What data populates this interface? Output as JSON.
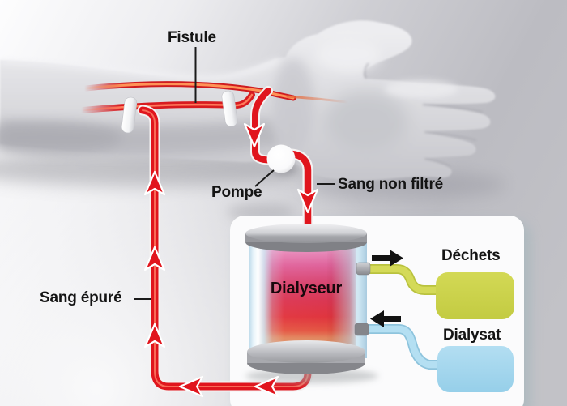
{
  "labels": {
    "fistule": "Fistule",
    "pompe": "Pompe",
    "sang_non_filtre": "Sang non filtré",
    "sang_epure": "Sang épuré",
    "dialyseur": "Dialyseur",
    "dechets": "Déchets",
    "dialysat": "Dialysat"
  },
  "flow_arrows": {
    "red_blood_flow": [
      "down-from-fistula-to-pump",
      "down-from-pump-to-dialyzer",
      "left-along-bottom-tube-1",
      "left-along-bottom-tube-2",
      "up-return-tube-1",
      "up-return-tube-2",
      "up-return-tube-3"
    ],
    "black_dialysate_flow": [
      "right-towards-dechets-box",
      "left-from-dialysat-box"
    ]
  },
  "colors": {
    "blood_red": "#e0151d",
    "artery_core_orange": "#ff9357",
    "waste_yellow": "#cbd24c",
    "dialysate_blue": "#a6d9ef",
    "panel_white": "#fbfbfc",
    "metal_grey": "#9b9ca1",
    "label_black": "#141414"
  }
}
